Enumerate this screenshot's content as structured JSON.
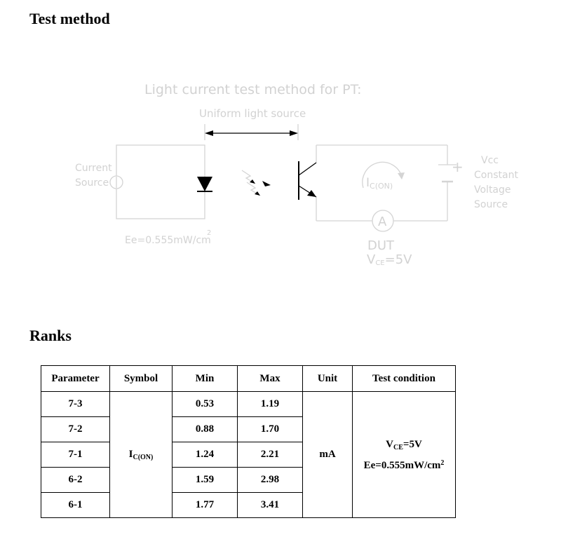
{
  "headings": {
    "test_method": "Test method",
    "ranks": "Ranks"
  },
  "diagram": {
    "title": "Light current test method for PT:",
    "light_source": "Uniform light source",
    "current_source_line1": "Current",
    "current_source_line2": "Source",
    "ee_label": "Ee=0.555mW/cm",
    "ee_exp": "2",
    "ic_label_main": "I",
    "ic_label_sub": "C(ON)",
    "ammeter": "A",
    "plus": "+",
    "dut": "DUT",
    "vce_main": "V",
    "vce_sub": "CE",
    "vce_value": "=5V",
    "vcc_line1": "Vcc",
    "vcc_line2": "Constant",
    "vcc_line3": "Voltage",
    "vcc_line4": "Source",
    "line_color": "#d4d4d4",
    "text_color": "#d2d2d2"
  },
  "table": {
    "headers": [
      "Parameter",
      "Symbol",
      "Min",
      "Max",
      "Unit",
      "Test condition"
    ],
    "rows": [
      {
        "param": "7-3",
        "min": "0.53",
        "max": "1.19"
      },
      {
        "param": "7-2",
        "min": "0.88",
        "max": "1.70"
      },
      {
        "param": "7-1",
        "min": "1.24",
        "max": "2.21"
      },
      {
        "param": "6-2",
        "min": "1.59",
        "max": "2.98"
      },
      {
        "param": "6-1",
        "min": "1.77",
        "max": "3.41"
      }
    ],
    "symbol_main": "I",
    "symbol_sub": "C(ON)",
    "unit": "mA",
    "cond_v": "V",
    "cond_v_sub": "CE",
    "cond_v_value": "=5V",
    "cond_ee": "Ee=0.555mW/cm",
    "cond_ee_exp": "2"
  }
}
